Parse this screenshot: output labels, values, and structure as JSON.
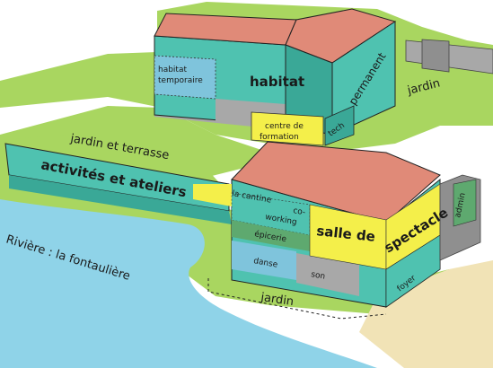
{
  "labels": {
    "habitat_temporaire_line1": "habitat",
    "habitat_temporaire_line2": "temporaire",
    "habitat": "habitat",
    "permanent": "permanent",
    "jardin_top": "jardin",
    "centre_line1": "centre de",
    "centre_line2": "formation",
    "tech": "tech",
    "jardin_et_terrasse": "jardin et terrasse",
    "activites": "activités et ateliers",
    "la_cantine": "la cantine",
    "co": "co-",
    "working": "working",
    "epicerie": "épicerie",
    "salle_line1": "salle de",
    "salle_line2": "spectacle",
    "admin": "admin",
    "danse": "danse",
    "son": "son",
    "foyer": "foyer",
    "jardin_bottom": "jardin",
    "riviere": "Rivière : la fontaulière"
  },
  "colors": {
    "roof": "#e08a78",
    "teal": "#4fc2b0",
    "teal_dark": "#3aa897",
    "grey": "#a8a8a8",
    "grey_dark": "#8f8f8f",
    "yellow": "#f4ef4a",
    "green": "#a9d660",
    "water": "#8fd3e8",
    "sand": "#f1e3b6",
    "blue": "#7fc4dc",
    "green_dark": "#5ea96f"
  }
}
